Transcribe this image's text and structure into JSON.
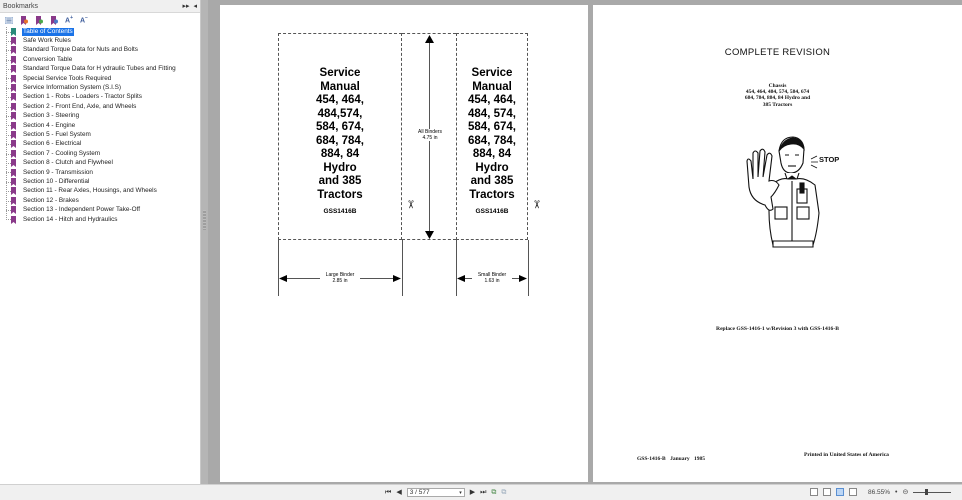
{
  "sidebar": {
    "title": "Bookmarks",
    "header_controls": [
      "expand-collapse",
      "close"
    ],
    "toolbar": {
      "options_icon": "options-menu-icon",
      "bookmark_buttons": [
        "add-bookmark",
        "add-child-bookmark",
        "delete-bookmark"
      ],
      "font_increase": "A",
      "font_decrease": "A"
    },
    "bookmarks": [
      {
        "label": "Table of Contents",
        "selected": true,
        "color": "#2a8a7a"
      },
      {
        "label": "Safe Work Rules"
      },
      {
        "label": "Standard Torque Data for Nuts and Bolts"
      },
      {
        "label": "Conversion Table"
      },
      {
        "label": "Standard Torque Data for H ydraulic Tubes and Fitting"
      },
      {
        "label": "Special Service Tools Required"
      },
      {
        "label": "Service Information System (S.I.S)"
      },
      {
        "label": "Section 1 - Robs - Loaders - Tractor Splits"
      },
      {
        "label": "Section 2 - Front End, Axle, and Wheels"
      },
      {
        "label": "Section 3 - Steering"
      },
      {
        "label": "Section 4 - Engine"
      },
      {
        "label": "Section 5 - Fuel System"
      },
      {
        "label": "Section 6 - Electrical"
      },
      {
        "label": "Section 7 - Cooling System"
      },
      {
        "label": "Section 8 - Clutch and Flywheel"
      },
      {
        "label": "Section 9 - Transmission"
      },
      {
        "label": "Section 10 - Differential"
      },
      {
        "label": "Section 11 - Rear Axles, Housings, and Wheels"
      },
      {
        "label": "Section 12 - Brakes"
      },
      {
        "label": "Section 13 - Independent Power Take-Off"
      },
      {
        "label": "Section 14 - Hitch and Hydraulics"
      }
    ],
    "bookmark_color": "#8a3a8a",
    "selection_color": "#1a73e8"
  },
  "document": {
    "left_page": {
      "spine_large": {
        "lines": [
          "Service",
          "Manual",
          "454, 464,",
          "484,574,",
          "584, 674,",
          "684, 784,",
          "884, 84",
          "Hydro",
          "and 385",
          "Tractors"
        ],
        "code": "GSS1416B"
      },
      "spine_small": {
        "lines": [
          "Service",
          "Manual",
          "454, 464,",
          "484, 574,",
          "584, 674,",
          "684, 784,",
          "884, 84",
          "Hydro",
          "and 385",
          "Tractors"
        ],
        "code": "GSS1416B"
      },
      "all_binders": {
        "line1": "All Binders",
        "line2": "4.75 in"
      },
      "large_binder": {
        "line1": "Large Binder",
        "line2": "2.85 in"
      },
      "small_binder": {
        "line1": "Small Binder",
        "line2": "1.63 in"
      }
    },
    "right_page": {
      "title": "COMPLETE REVISION",
      "chassis_lines": [
        "Chassis",
        "454, 464, 484, 574, 584, 674",
        "684, 784, 884, 84 Hydro and",
        "385 Tractors"
      ],
      "stop_label": "STOP",
      "replace_text": "Replace GSS-1416-1 w/Revision 3 with GSS-1416-B",
      "footer_left": "GSS-1416-B  January  1985",
      "footer_right": "Printed in United States of America"
    }
  },
  "statusbar": {
    "page_display": "3 / 577",
    "current_page": 3,
    "total_pages": 577,
    "zoom_level": "86.55%",
    "nav_icons": [
      "first-page-icon",
      "previous-page-icon",
      "next-page-icon",
      "last-page-icon",
      "rotate-icon",
      "copy-icon"
    ],
    "view_modes": [
      "single-page",
      "continuous",
      "facing",
      "continuous-facing"
    ],
    "active_view_mode": "facing"
  }
}
